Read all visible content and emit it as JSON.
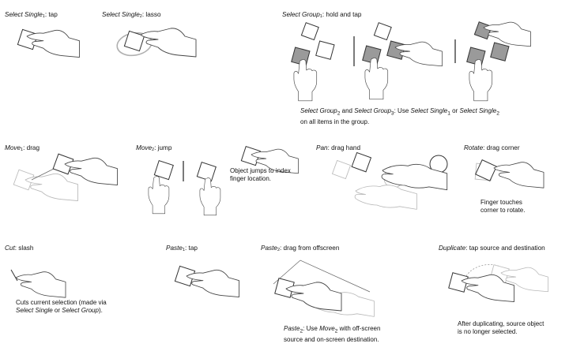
{
  "captions": {
    "select_single_1": {
      "term": "Select Single",
      "sub": "1",
      "desc": ": tap"
    },
    "select_single_2": {
      "term": "Select Single",
      "sub": "2",
      "desc": ": lasso"
    },
    "select_group_1": {
      "term": "Select Group",
      "sub": "1",
      "desc": ": hold and tap"
    },
    "move_1": {
      "term": "Move",
      "sub": "1",
      "desc": ": drag"
    },
    "move_2": {
      "term": "Move",
      "sub": "2",
      "desc": ": jump"
    },
    "pan": {
      "term": "Pan",
      "desc": ": drag hand"
    },
    "rotate": {
      "term": "Rotate",
      "desc": ": drag corner"
    },
    "cut": {
      "term": "Cut",
      "desc": ": slash"
    },
    "paste_1": {
      "term": "Paste",
      "sub": "1",
      "desc": ": tap"
    },
    "paste_2": {
      "term": "Paste",
      "sub": "2",
      "desc": ": drag from offscreen"
    },
    "duplicate": {
      "term": "Duplicate",
      "desc": ": tap source and destination"
    }
  },
  "notes": {
    "select_group_note": {
      "t1": "Select Group",
      "s1": "2",
      "t2": " and ",
      "t3": "Select Group",
      "s3": "3",
      "t4": ": Use ",
      "t5": "Select Single",
      "s5": "1",
      "t6": " or ",
      "t7": "Select Single",
      "s7": "2",
      "line2": "on all items in the group."
    },
    "move_2_note": {
      "line1": "Object jumps to index",
      "line2": "finger location."
    },
    "rotate_note": {
      "line1": "Finger touches",
      "line2": "corner to rotate."
    },
    "cut_note": {
      "line1": "Cuts current selection (made via",
      "t1": "Select Single",
      "t2": " or ",
      "t3": "Select Group",
      "t4": ")."
    },
    "paste_2_note": {
      "t1": "Paste",
      "s1": "2",
      "t2": ": Use ",
      "t3": "Move",
      "s3": "2",
      "t4": " with off-screen",
      "line2": "source and on-screen destination."
    },
    "duplicate_note": {
      "line1": "After duplicating, source object",
      "line2": "is no longer selected."
    }
  },
  "colors": {
    "selected_fill": "#9a9a9a",
    "ghost_stroke": "#bdbdbd",
    "lasso": "#b0b0b0"
  }
}
